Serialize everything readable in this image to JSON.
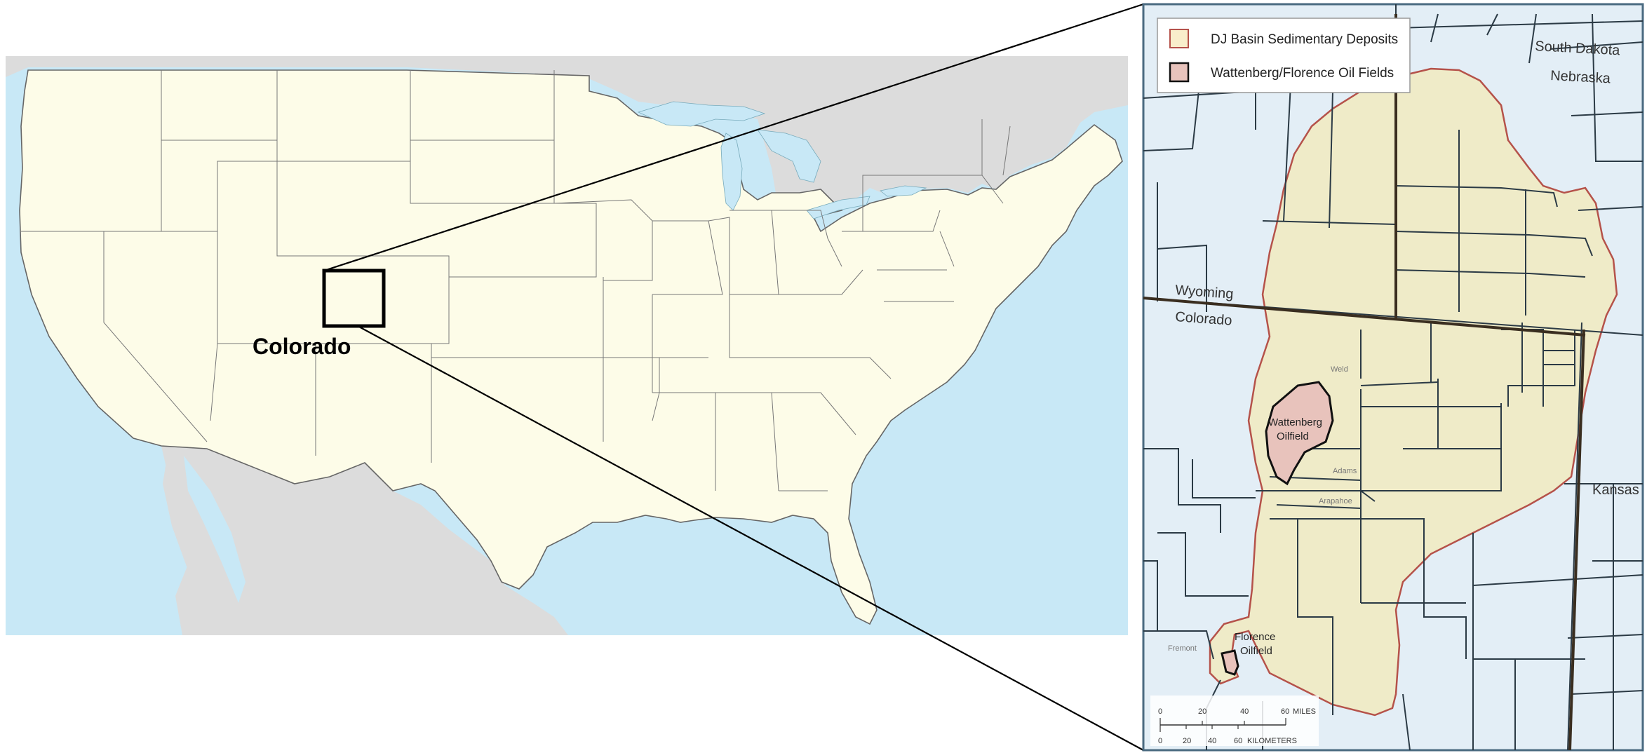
{
  "us_map": {
    "highlight_label": "Colorado",
    "colors": {
      "ocean": "#c8e8f6",
      "land": "#fdfce8",
      "foreign": "#dcdcdc",
      "highlight": "#000000"
    }
  },
  "inset_map": {
    "legend": [
      {
        "label": "DJ Basin Sedimentary Deposits",
        "swatch": "#f9eecb",
        "border": "#b5524a"
      },
      {
        "label": "Wattenberg/Florence Oil Fields",
        "swatch": "#e8c3bc",
        "border": "#111111"
      }
    ],
    "state_labels": {
      "south_dakota": "South Dakota",
      "nebraska": "Nebraska",
      "wyoming": "Wyoming",
      "colorado": "Colorado",
      "kansas": "Kansas"
    },
    "county_labels": {
      "weld": "Weld",
      "adams": "Adams",
      "arapahoe": "Arapahoe",
      "fremont": "Fremont"
    },
    "fields": {
      "wattenberg_line1": "Wattenberg",
      "wattenberg_line2": "Oilfield",
      "florence_line1": "Florence",
      "florence_line2": "Oilfield"
    },
    "scale_bar": {
      "miles_ticks": [
        "0",
        "20",
        "40",
        "60"
      ],
      "miles_unit": "MILES",
      "km_ticks": [
        "0",
        "20",
        "40",
        "60"
      ],
      "km_unit": "KILOMETERS"
    },
    "colors": {
      "background": "#e3eef6",
      "basin": "#efebc8",
      "county_line": "#2b3a45"
    }
  }
}
